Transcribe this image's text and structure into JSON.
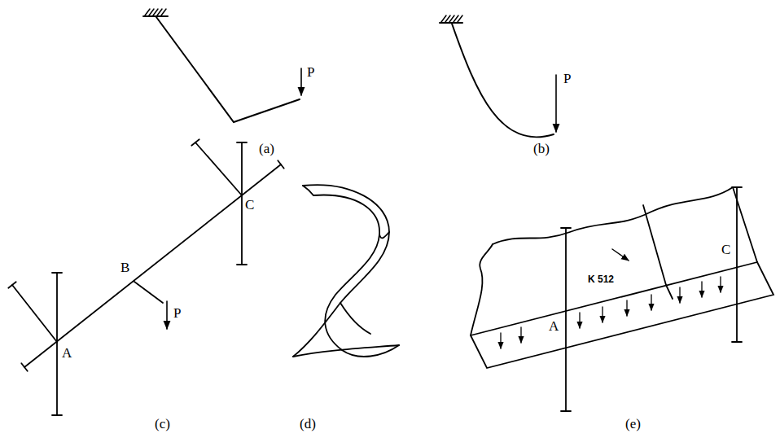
{
  "diagram": {
    "labels": [
      "P",
      "(a)",
      "P",
      "(b)",
      "A",
      "B",
      "P",
      "C",
      "(c)",
      "(d)",
      "K 512",
      "A",
      "C",
      "(e)"
    ]
  }
}
